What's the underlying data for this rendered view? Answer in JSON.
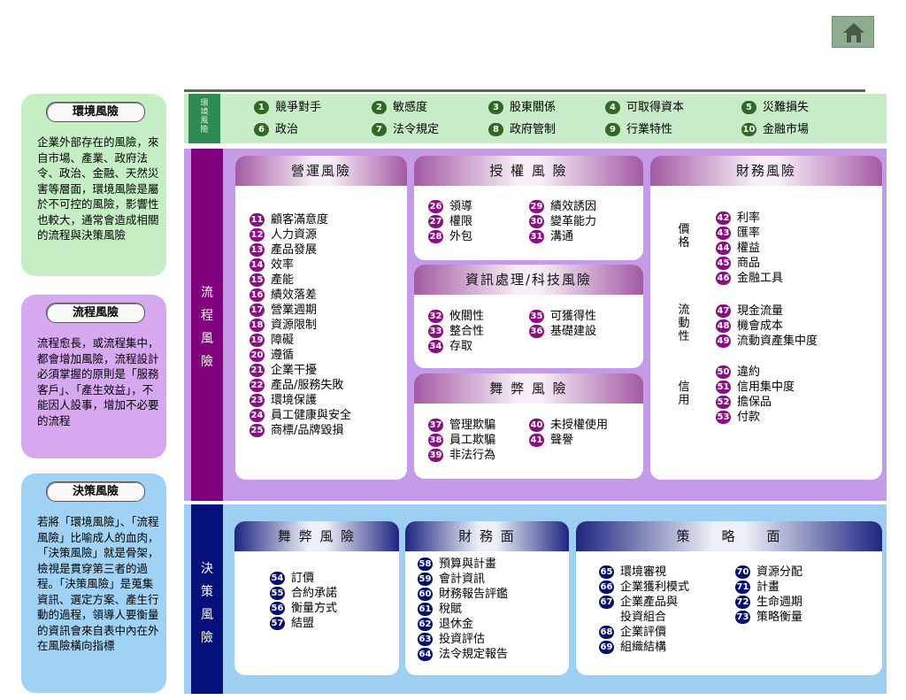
{
  "home_icon": "home-icon",
  "colors": {
    "env": "#c8ecc8",
    "proc": "#c59ae9",
    "dec": "#9ccff2",
    "proc_dark": "#80007e",
    "dec_dark": "#05107a",
    "env_dark": "#2f8a52"
  },
  "side": {
    "env": {
      "title": "環境風險",
      "text": "企業外部存在的風險，來自市場、產業、政府法令、政治、金融、天然災害等層面，環境風險是屬於不可控的風險，影響性也較大，通常會造成相關的流程與決策風險"
    },
    "proc": {
      "title": "流程風險",
      "text": "流程愈長，或流程集中，都會增加風險，流程設計必須掌握的原則是「服務客戶」、「產生效益」，不能因人設事，增加不必要的流程"
    },
    "dec": {
      "title": "決策風險",
      "text": "若將「環境風險」、「流程風險」比喻成人的血肉，「決策風險」就是骨架，檢視是貫穿第三者的過程。「決策風險」是蒐集資訊、選定方案、產生行動的過程，領導人要衡量的資訊會來自表中內在外在風險橫向指標"
    }
  },
  "band_labels": {
    "env": [
      "環",
      "境",
      "風",
      "險"
    ],
    "proc": [
      "流",
      "程",
      "風",
      "險"
    ],
    "dec": [
      "決",
      "策",
      "風",
      "險"
    ]
  },
  "env_items": [
    {
      "n": "1",
      "t": "競爭對手"
    },
    {
      "n": "2",
      "t": "敏感度"
    },
    {
      "n": "3",
      "t": "股東關係"
    },
    {
      "n": "4",
      "t": "可取得資本"
    },
    {
      "n": "5",
      "t": "災難損失"
    },
    {
      "n": "6",
      "t": "政治"
    },
    {
      "n": "7",
      "t": "法令規定"
    },
    {
      "n": "8",
      "t": "政府管制"
    },
    {
      "n": "9",
      "t": "行業特性"
    },
    {
      "n": "10",
      "t": "金融市場"
    }
  ],
  "operations": {
    "title": "營運風險",
    "items": [
      {
        "n": "11",
        "t": "顧客滿意度"
      },
      {
        "n": "12",
        "t": "人力資源"
      },
      {
        "n": "13",
        "t": "產品發展"
      },
      {
        "n": "14",
        "t": "效率"
      },
      {
        "n": "15",
        "t": "產能"
      },
      {
        "n": "16",
        "t": "績效落差"
      },
      {
        "n": "17",
        "t": "營業週期"
      },
      {
        "n": "18",
        "t": "資源限制"
      },
      {
        "n": "19",
        "t": "障礙"
      },
      {
        "n": "20",
        "t": "遵循"
      },
      {
        "n": "21",
        "t": "企業干擾"
      },
      {
        "n": "22",
        "t": "產品/服務失敗"
      },
      {
        "n": "23",
        "t": "環境保護"
      },
      {
        "n": "24",
        "t": "員工健康與安全"
      },
      {
        "n": "25",
        "t": "商標/品牌毀損"
      }
    ]
  },
  "authorization": {
    "title": "授 權 風 險",
    "left": [
      {
        "n": "26",
        "t": "領導"
      },
      {
        "n": "27",
        "t": "權限"
      },
      {
        "n": "28",
        "t": "外包"
      }
    ],
    "right": [
      {
        "n": "29",
        "t": "績效誘因"
      },
      {
        "n": "30",
        "t": "變革能力"
      },
      {
        "n": "31",
        "t": "溝通"
      }
    ]
  },
  "infotech": {
    "title": "資訊處理/科技風險",
    "left": [
      {
        "n": "32",
        "t": "攸關性"
      },
      {
        "n": "33",
        "t": "整合性"
      },
      {
        "n": "34",
        "t": "存取"
      }
    ],
    "right": [
      {
        "n": "35",
        "t": "可獲得性"
      },
      {
        "n": "36",
        "t": "基礎建設"
      }
    ]
  },
  "fraud1": {
    "title": "舞 弊 風 險",
    "left": [
      {
        "n": "37",
        "t": "管理欺騙"
      },
      {
        "n": "38",
        "t": "員工欺騙"
      },
      {
        "n": "39",
        "t": "非法行為"
      }
    ],
    "right": [
      {
        "n": "40",
        "t": "未授權使用"
      },
      {
        "n": "41",
        "t": "聲譽"
      }
    ]
  },
  "finance": {
    "title": "財務風險",
    "groups": [
      {
        "label": [
          "價",
          "格"
        ],
        "items": [
          {
            "n": "42",
            "t": "利率"
          },
          {
            "n": "43",
            "t": "匯率"
          },
          {
            "n": "44",
            "t": "權益"
          },
          {
            "n": "45",
            "t": "商品"
          },
          {
            "n": "46",
            "t": "金融工具"
          }
        ]
      },
      {
        "label": [
          "流",
          "動",
          "性"
        ],
        "items": [
          {
            "n": "47",
            "t": "現金流量"
          },
          {
            "n": "48",
            "t": "機會成本"
          },
          {
            "n": "49",
            "t": "流動資產集中度"
          }
        ]
      },
      {
        "label": [
          "信",
          "用"
        ],
        "items": [
          {
            "n": "50",
            "t": "違約"
          },
          {
            "n": "51",
            "t": "信用集中度"
          },
          {
            "n": "52",
            "t": "擔保品"
          },
          {
            "n": "53",
            "t": "付款"
          }
        ]
      }
    ]
  },
  "fraud2": {
    "title": "舞 弊 風 險",
    "items": [
      {
        "n": "54",
        "t": "訂價"
      },
      {
        "n": "55",
        "t": "合約承諾"
      },
      {
        "n": "56",
        "t": "衡量方式"
      },
      {
        "n": "57",
        "t": "結盟"
      }
    ]
  },
  "financial_aspect": {
    "title": "財 務 面",
    "items": [
      {
        "n": "58",
        "t": "預算與計畫"
      },
      {
        "n": "59",
        "t": "會計資訊"
      },
      {
        "n": "60",
        "t": "財務報告評鑑"
      },
      {
        "n": "61",
        "t": "稅賦"
      },
      {
        "n": "62",
        "t": "退休金"
      },
      {
        "n": "63",
        "t": "投資評估"
      },
      {
        "n": "64",
        "t": "法令規定報告"
      }
    ]
  },
  "strategy": {
    "title": "策　　略　　面",
    "left": [
      {
        "n": "65",
        "t": "環境審視"
      },
      {
        "n": "66",
        "t": "企業獲利模式"
      },
      {
        "n": "67",
        "t": "企業產品與",
        "t2": "投資組合"
      },
      {
        "n": "68",
        "t": "企業評價"
      },
      {
        "n": "69",
        "t": "組織結構"
      }
    ],
    "right": [
      {
        "n": "70",
        "t": "資源分配"
      },
      {
        "n": "71",
        "t": "計畫"
      },
      {
        "n": "72",
        "t": "生命週期"
      },
      {
        "n": "73",
        "t": "策略衡量"
      }
    ]
  }
}
